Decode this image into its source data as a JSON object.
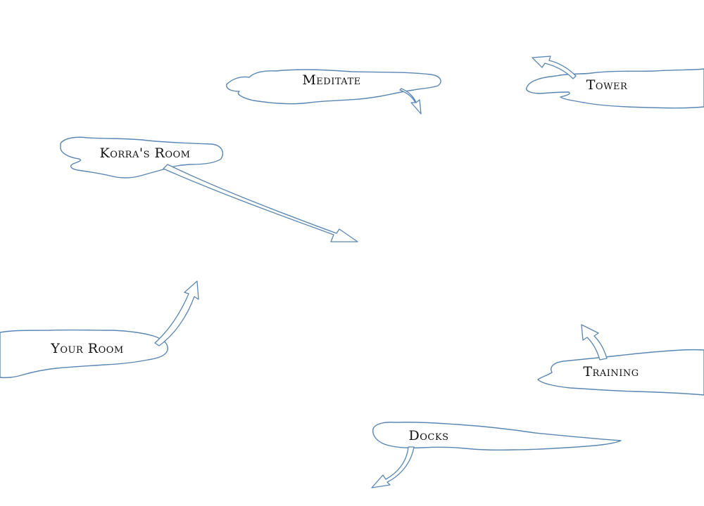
{
  "map": {
    "outline_color": "#5a86b2",
    "locations": {
      "meditate": {
        "label": "Meditate"
      },
      "tower": {
        "label": "Tower"
      },
      "korras_room": {
        "label": "Korra's Room"
      },
      "your_room": {
        "label": "Your Room"
      },
      "training": {
        "label": "Training"
      },
      "docks": {
        "label": "Docks"
      }
    }
  }
}
